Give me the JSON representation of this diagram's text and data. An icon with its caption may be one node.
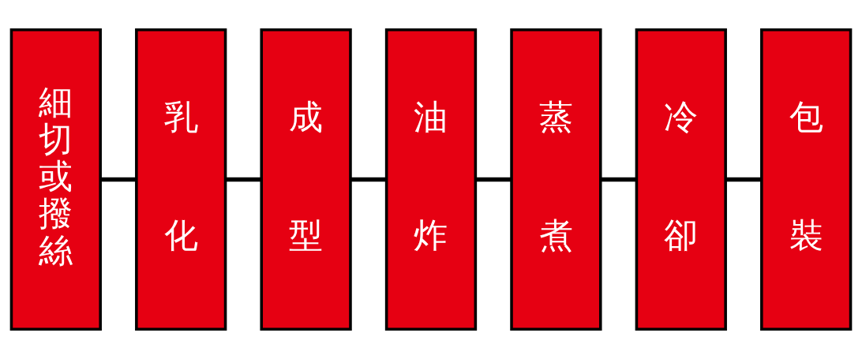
{
  "diagram": {
    "nodes": [
      {
        "text": [
          "細切或撥絲"
        ]
      },
      {
        "text": [
          "乳化"
        ]
      },
      {
        "text": [
          "成型"
        ]
      },
      {
        "text": [
          "油炸"
        ]
      },
      {
        "text": [
          "蒸煮"
        ]
      },
      {
        "text": [
          "冷卻"
        ]
      },
      {
        "text": [
          "包裝"
        ]
      }
    ],
    "edges": [
      {
        "from": 0,
        "to": 1,
        "arrow": "none"
      },
      {
        "from": 1,
        "to": 2,
        "arrow": "none"
      },
      {
        "from": 2,
        "to": 3,
        "arrow": "none"
      },
      {
        "from": 3,
        "to": 4,
        "arrow": "none"
      },
      {
        "from": 4,
        "to": 5,
        "arrow": "none"
      },
      {
        "from": 5,
        "to": 6,
        "arrow": "none"
      }
    ]
  }
}
